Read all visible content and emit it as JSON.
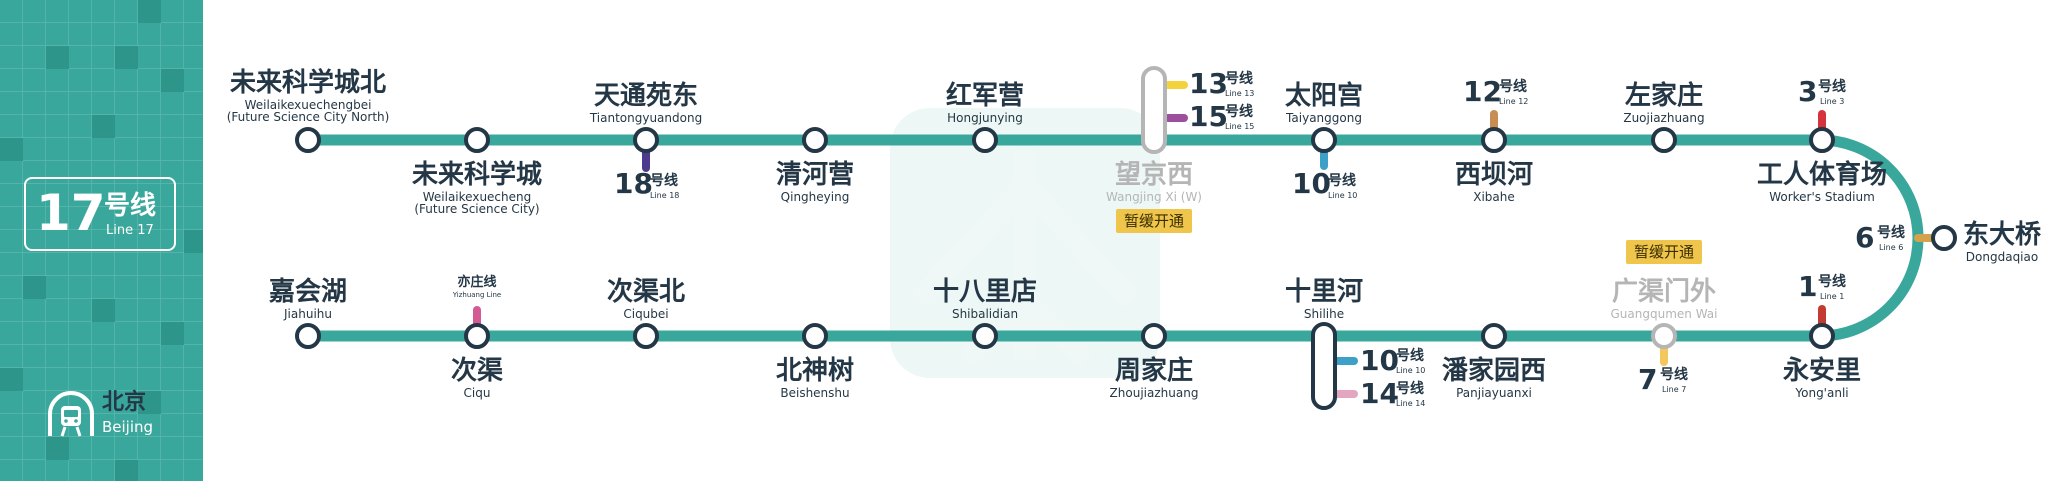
{
  "line": {
    "number": "17",
    "hanzi": "号线",
    "english": "Line 17",
    "color": "#3aa79c"
  },
  "city": {
    "zh": "北京",
    "en": "Beijing"
  },
  "stations": {
    "wlkxcb": {
      "zh": "未来科学城北",
      "py": "Weilaikexuechengbei",
      "py2": "(Future Science City North)"
    },
    "wlkxc": {
      "zh": "未来科学城",
      "py": "Weilaikexuecheng",
      "py2": "(Future Science City)"
    },
    "ttyd": {
      "zh": "天通苑东",
      "py": "Tiantongyuandong"
    },
    "qhy": {
      "zh": "清河营",
      "py": "Qingheying"
    },
    "hjy": {
      "zh": "红军营",
      "py": "Hongjunying"
    },
    "wjx": {
      "zh": "望京西",
      "py": "Wangjing Xi (W)"
    },
    "tyg": {
      "zh": "太阳宫",
      "py": "Taiyanggong"
    },
    "xbh": {
      "zh": "西坝河",
      "py": "Xibahe"
    },
    "zjz": {
      "zh": "左家庄",
      "py": "Zuojiazhuang"
    },
    "grtyc": {
      "zh": "工人体育场",
      "py": "Worker's Stadium"
    },
    "ddq": {
      "zh": "东大桥",
      "py": "Dongdaqiao"
    },
    "yal": {
      "zh": "永安里",
      "py": "Yong'anli"
    },
    "gqmw": {
      "zh": "广渠门外",
      "py": "Guangqumen Wai"
    },
    "pjyx": {
      "zh": "潘家园西",
      "py": "Panjiayuanxi"
    },
    "slh": {
      "zh": "十里河",
      "py": "Shilihe"
    },
    "zjzh": {
      "zh": "周家庄",
      "py": "Zhoujiazhuang"
    },
    "sbld": {
      "zh": "十八里店",
      "py": "Shibalidian"
    },
    "bss": {
      "zh": "北神树",
      "py": "Beishenshu"
    },
    "cqb": {
      "zh": "次渠北",
      "py": "Ciqubei"
    },
    "cq": {
      "zh": "次渠",
      "py": "Ciqu"
    },
    "jhh": {
      "zh": "嘉会湖",
      "py": "Jiahuihu"
    }
  },
  "suspended_label": "暂缓开通",
  "transfers": {
    "l18": {
      "num": "18",
      "hx": "号线",
      "en": "Line 18",
      "color": "#4f3b8e"
    },
    "l13": {
      "num": "13",
      "hx": "号线",
      "en": "Line 13",
      "color": "#f4d23c"
    },
    "l15": {
      "num": "15",
      "hx": "号线",
      "en": "Line 15",
      "color": "#9b4f9c"
    },
    "l10": {
      "num": "10",
      "hx": "号线",
      "en": "Line 10",
      "color": "#3da0c9"
    },
    "l12": {
      "num": "12",
      "hx": "号线",
      "en": "Line 12",
      "color": "#c88d52"
    },
    "l3": {
      "num": "3",
      "hx": "号线",
      "en": "Line 3",
      "color": "#d5333e"
    },
    "l6": {
      "num": "6",
      "hx": "号线",
      "en": "Line 6",
      "color": "#d4a24c"
    },
    "l1": {
      "num": "1",
      "hx": "号线",
      "en": "Line 1",
      "color": "#c23a30"
    },
    "l7": {
      "num": "7",
      "hx": "号线",
      "en": "Line 7",
      "color": "#f2c75b"
    },
    "l10b": {
      "num": "10",
      "hx": "号线",
      "en": "Line 10",
      "color": "#3da0c9"
    },
    "l14": {
      "num": "14",
      "hx": "号线",
      "en": "Line 14",
      "color": "#e3a5bf"
    },
    "yz": {
      "zh": "亦庄线",
      "en": "Yizhuang Line",
      "color": "#d45a93"
    }
  }
}
